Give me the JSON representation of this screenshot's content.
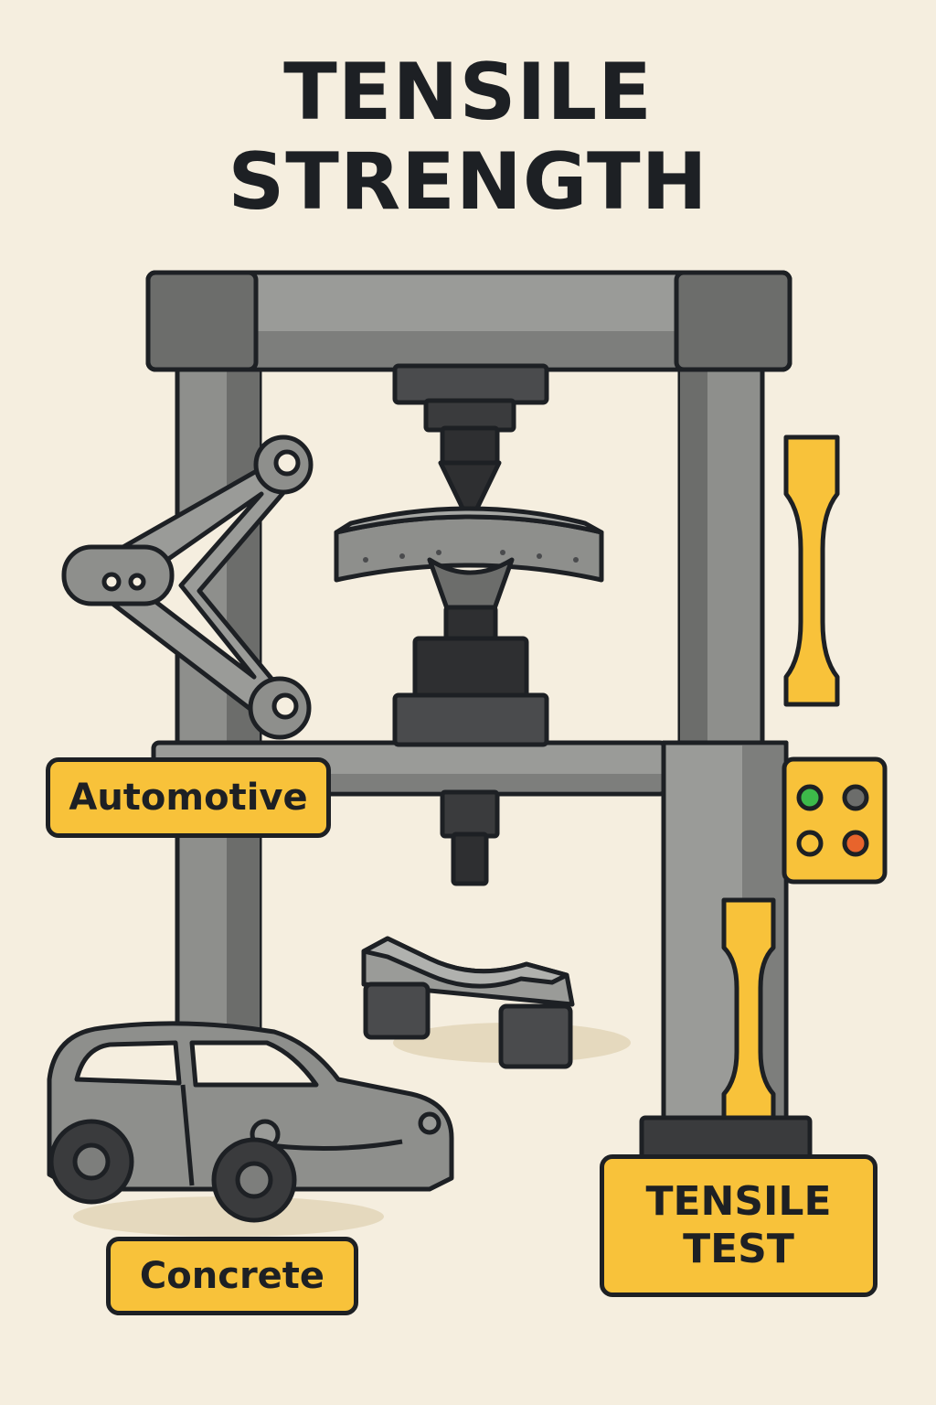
{
  "title": {
    "line1": "TENSILE",
    "line2": "STRENGTH"
  },
  "labels": {
    "automotive": "Automotive",
    "concrete": "Concrete",
    "tensile_test_line1": "TENSILE",
    "tensile_test_line2": "TEST"
  },
  "indicator_lights": [
    "green",
    "gray",
    "yellow",
    "orange-red"
  ],
  "colors": {
    "background": "#F5EEDF",
    "outline": "#1D2024",
    "steel_light": "#9A9B98",
    "steel_mid": "#7D7E7C",
    "steel_dark": "#4A4B4D",
    "accent_yellow": "#F8C23A",
    "light_green": "#3DBA4A",
    "light_orange": "#E8642C"
  },
  "icons": [
    "testing-machine-frame",
    "compression-anvil-icon",
    "bent-beam-icon",
    "control-arm-icon",
    "dogbone-specimen-icon",
    "car-icon",
    "bridge-beam-icon",
    "control-panel-icon"
  ]
}
